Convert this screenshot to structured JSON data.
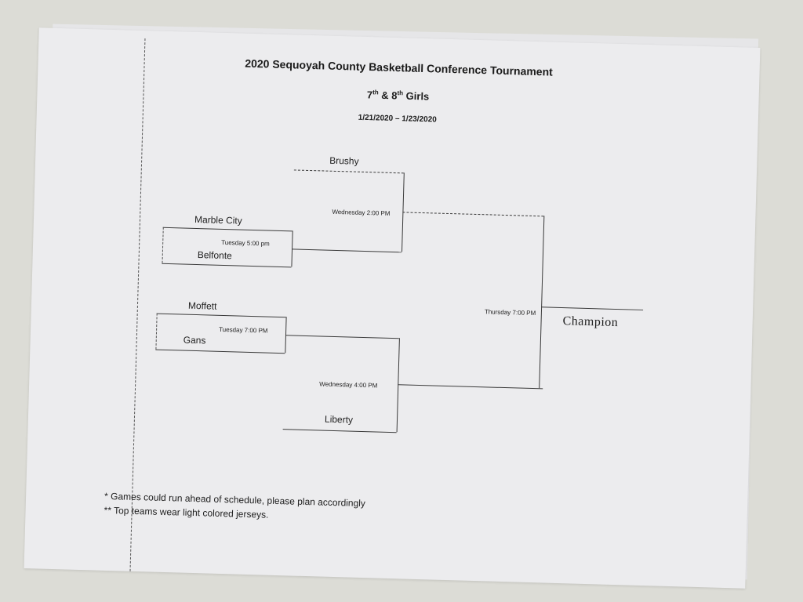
{
  "header": {
    "title": "2020 Sequoyah County Basketball Conference Tournament",
    "subtitle_num1": "7",
    "subtitle_sup1": "th",
    "subtitle_amp": "&",
    "subtitle_num2": "8",
    "subtitle_sup2": "th",
    "subtitle_rest": "Girls",
    "dates": "1/21/2020 – 1/23/2020"
  },
  "bracket": {
    "teams": {
      "brushy": "Brushy",
      "marble_city": "Marble City",
      "belfonte": "Belfonte",
      "moffett": "Moffett",
      "gans": "Gans",
      "liberty": "Liberty"
    },
    "games": {
      "tue_top": "Tuesday 5:00 pm",
      "tue_bottom": "Tuesday 7:00 PM",
      "wed_top": "Wednesday 2:00 PM",
      "wed_bottom": "Wednesday 4:00 PM",
      "thursday": "Thursday 7:00 PM"
    },
    "champion": "Champion"
  },
  "notes": [
    "* Games could run ahead of schedule, please plan accordingly",
    "** Top teams wear light colored jerseys."
  ]
}
